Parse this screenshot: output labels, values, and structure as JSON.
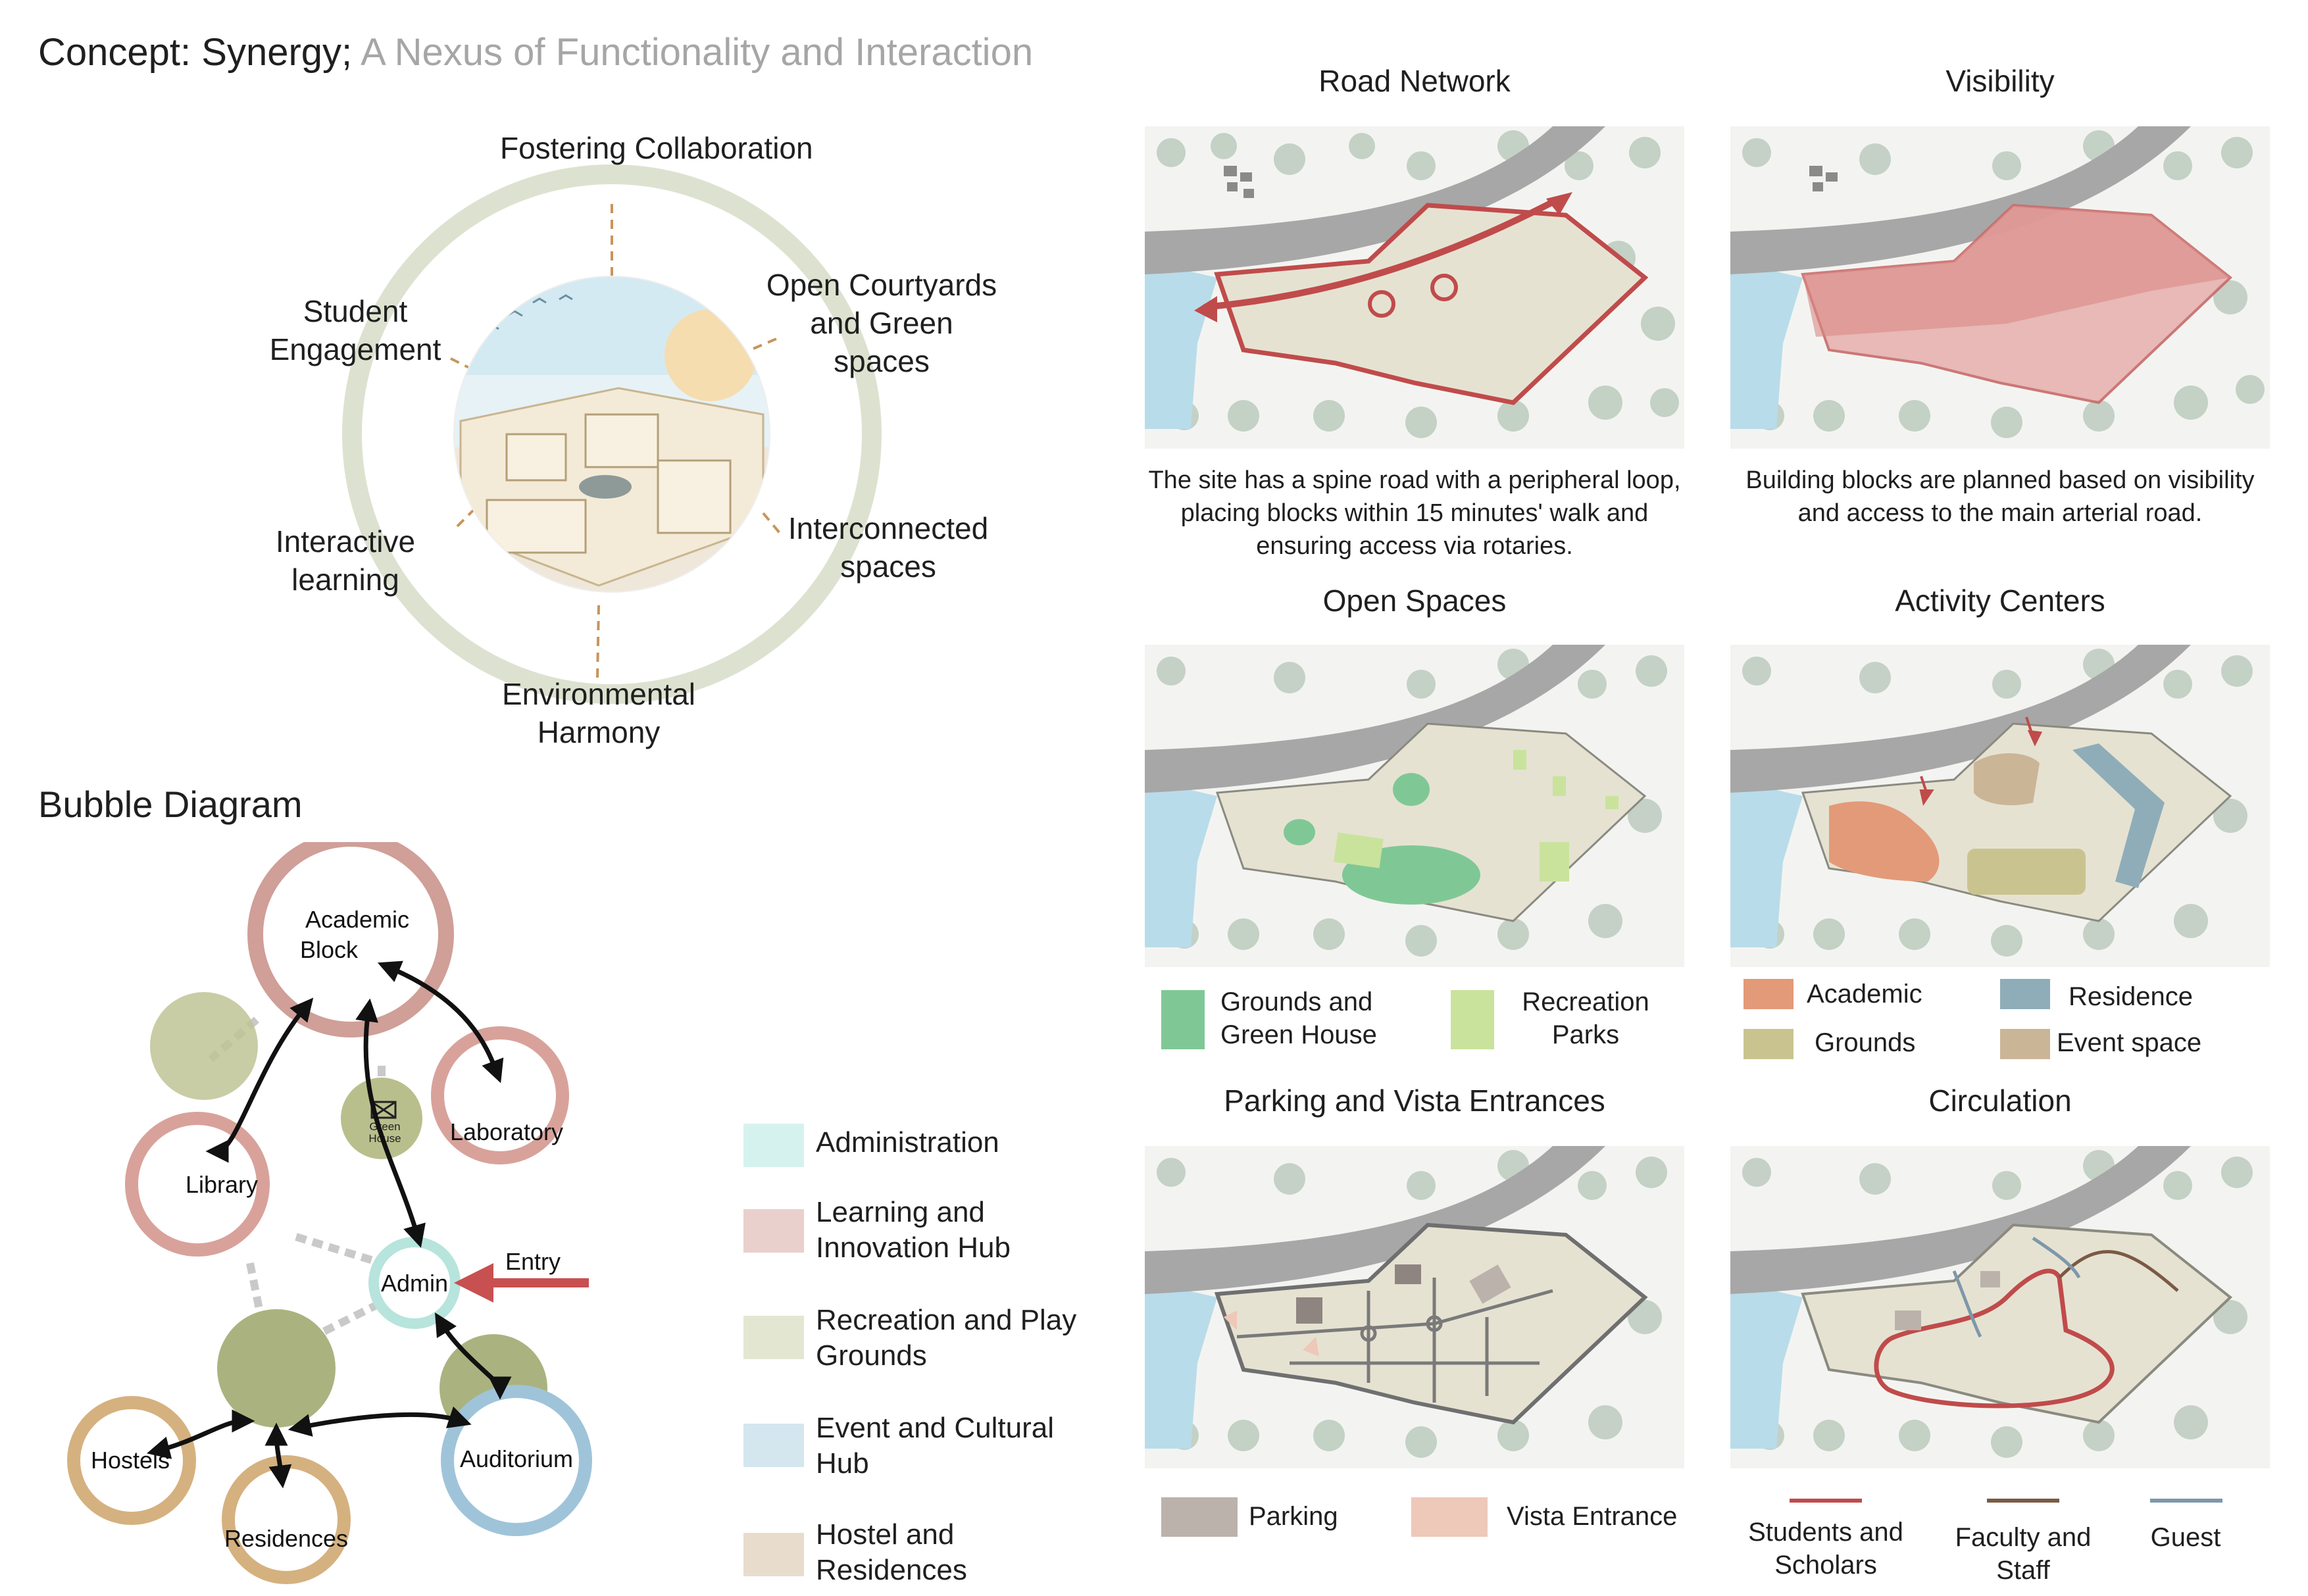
{
  "header": {
    "title_main": "Concept: Synergy;",
    "title_sub": "A Nexus of Functionality and Interaction"
  },
  "concept": {
    "labels": [
      "Fostering Collaboration",
      "Open Courtyards and Green spaces",
      "Interconnected spaces",
      "Environmental Harmony",
      "Interactive learning",
      "Student Engagement"
    ]
  },
  "bubble_diagram": {
    "title": "Bubble Diagram",
    "nodes": {
      "academic": "Academic Block",
      "laboratory": "Laboratory",
      "library": "Library",
      "green_house": "Green House",
      "admin": "Admin",
      "entry": "Entry",
      "hostels": "Hostels",
      "residences": "Residences",
      "auditorium": "Auditorium"
    },
    "legend": [
      {
        "label": "Administration",
        "color": "#d6f2ef"
      },
      {
        "label": "Learning and Innovation Hub",
        "color": "#ead0cc"
      },
      {
        "label": "Recreation and Play Grounds",
        "color": "#e3e7d2"
      },
      {
        "label": "Event and Cultural Hub",
        "color": "#d4e6ee"
      },
      {
        "label": "Hostel and Residences",
        "color": "#e8dccd"
      }
    ]
  },
  "panels": {
    "road_network": {
      "title": "Road Network",
      "caption": "The site has a spine road with a peripheral loop, placing blocks within 15 minutes' walk and ensuring access via rotaries."
    },
    "visibility": {
      "title": "Visibility",
      "caption": "Building blocks are planned based on visibility and access to the main arterial road."
    },
    "open_spaces": {
      "title": "Open Spaces",
      "legend": [
        {
          "label": "Grounds and Green House",
          "color": "#7fc896"
        },
        {
          "label": "Recreation Parks",
          "color": "#c9e39c"
        }
      ]
    },
    "activity_centers": {
      "title": "Activity Centers",
      "legend": [
        {
          "label": "Academic",
          "color": "#e39a78"
        },
        {
          "label": "Residence",
          "color": "#8fadb8"
        },
        {
          "label": "Grounds",
          "color": "#c9c48f"
        },
        {
          "label": "Event space",
          "color": "#cbb597"
        }
      ]
    },
    "parking": {
      "title": "Parking and Vista Entrances",
      "legend": [
        {
          "label": "Parking",
          "color": "#bbb2ac"
        },
        {
          "label": "Vista Entrance",
          "color": "#eec8b8"
        }
      ]
    },
    "circulation": {
      "title": "Circulation",
      "legend": [
        {
          "label": "Students and Scholars",
          "color": "#c04b4b"
        },
        {
          "label": "Faculty and Staff",
          "color": "#7a5a44"
        },
        {
          "label": "Guest",
          "color": "#7d98aa"
        }
      ]
    }
  }
}
